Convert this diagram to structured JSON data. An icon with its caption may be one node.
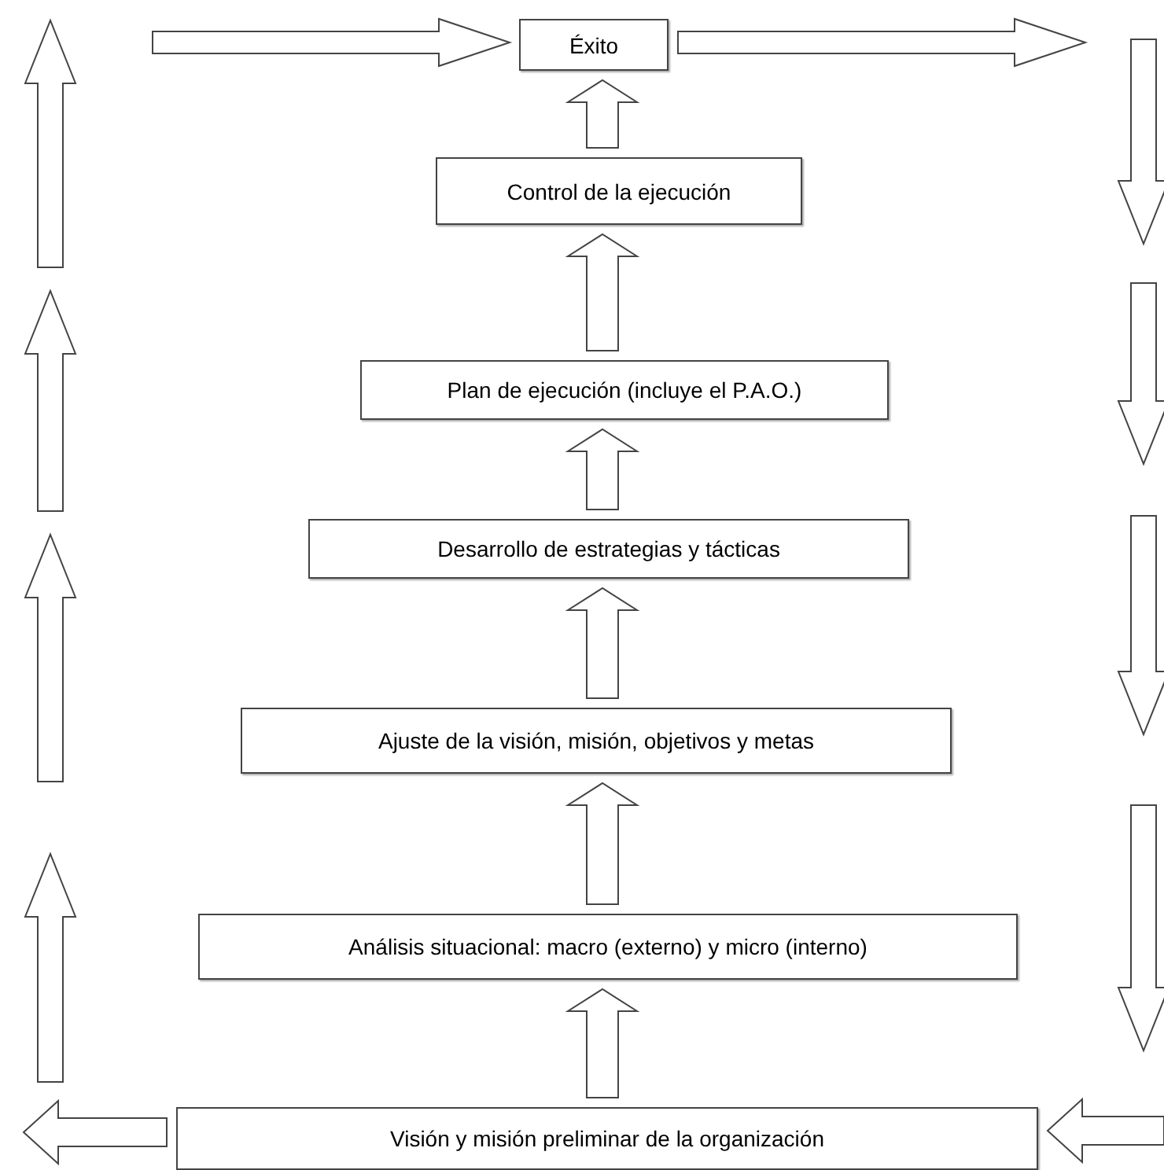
{
  "diagram": {
    "nodes": [
      {
        "text": [
          "Éxito"
        ]
      },
      {
        "text": [
          "Control de la ejecución"
        ]
      },
      {
        "text": [
          "Plan de ejecución (incluye el P.A.O.)"
        ]
      },
      {
        "text": [
          "Desarrollo de estrategias y tácticas"
        ]
      },
      {
        "text": [
          "Ajuste de la visión, misión, objetivos y metas"
        ]
      },
      {
        "text": [
          "Análisis situacional: macro (externo) y micro (interno)"
        ]
      },
      {
        "text": [
          "Visión y misión preliminar de la organización"
        ]
      }
    ],
    "edges": [
      {
        "from": 6,
        "to": 5,
        "arrow": "to"
      },
      {
        "from": 5,
        "to": 4,
        "arrow": "to"
      },
      {
        "from": 4,
        "to": 3,
        "arrow": "to"
      },
      {
        "from": 3,
        "to": 2,
        "arrow": "to"
      },
      {
        "from": 2,
        "to": 1,
        "arrow": "to"
      },
      {
        "from": 1,
        "to": 0,
        "arrow": "to"
      },
      {
        "from": null,
        "to": 0,
        "arrow": "to"
      },
      {
        "from": 0,
        "to": null,
        "arrow": "to"
      },
      {
        "from": null,
        "to": 6,
        "arrow": "to"
      },
      {
        "from": 6,
        "to": null,
        "arrow": "to"
      }
    ]
  }
}
